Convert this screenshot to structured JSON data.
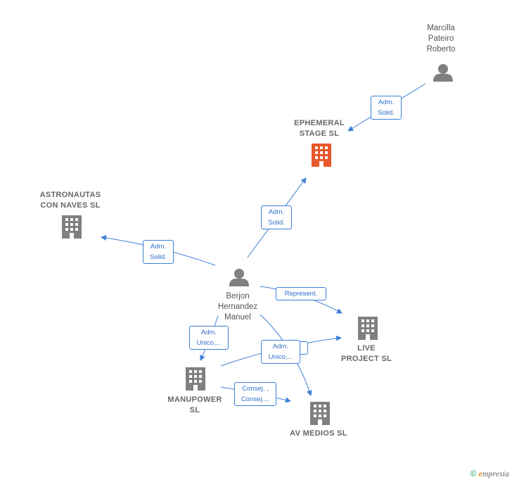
{
  "nodes": {
    "marcilla": {
      "label": "Marcilla\nPateiro\nRoberto",
      "icon": "person-icon"
    },
    "ephemeral": {
      "label": "EPHEMERAL\nSTAGE  SL",
      "icon": "building-icon",
      "color": "#e8582a"
    },
    "astronautas": {
      "label": "ASTRONAUTAS\nCON NAVES  SL",
      "icon": "building-icon"
    },
    "berjon": {
      "label": "Berjon\nHernandez\nManuel",
      "icon": "person-icon"
    },
    "live": {
      "label": "LIVE\nPROJECT  SL",
      "icon": "building-icon"
    },
    "manupower": {
      "label": "MANUPOWER\nSL",
      "icon": "building-icon"
    },
    "avmedios": {
      "label": "AV MEDIOS SL",
      "icon": "building-icon"
    }
  },
  "edges": {
    "marcilla_ephemeral": "Adm.\nSolid.",
    "berjon_ephemeral": "Adm.\nSolid.",
    "berjon_astronautas": "Adm.\nSolid.",
    "berjon_live": "Represent.",
    "berjon_manupower": "Adm.\nUnico,...",
    "berjon_avmedios": "Adm.\nUnico,...",
    "manupower_avmedios": "Consej. ,\nConsej...."
  },
  "colors": {
    "edge": "#3d7fd6",
    "node": "#808080",
    "highlight": "#e8582a"
  },
  "footer": {
    "copyright": "©",
    "brand_initial": "e",
    "brand_rest": "mpresia"
  }
}
